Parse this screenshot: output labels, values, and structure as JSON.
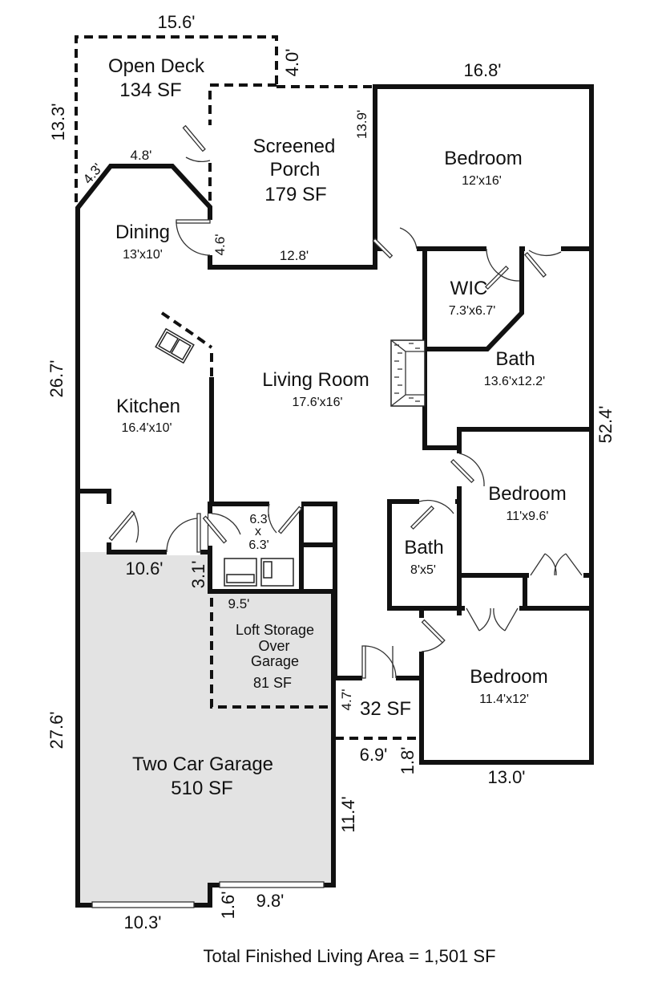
{
  "rooms": {
    "open_deck": {
      "name": "Open Deck",
      "area": "134 SF"
    },
    "screened_porch": {
      "line1": "Screened",
      "line2": "Porch",
      "area": "179 SF"
    },
    "bedroom_1": {
      "name": "Bedroom",
      "dims": "12'x16'"
    },
    "dining": {
      "name": "Dining",
      "dims": "13'x10'"
    },
    "wic": {
      "name": "WIC",
      "dims": "7.3'x6.7'"
    },
    "bath_master": {
      "name": "Bath",
      "dims": "13.6'x12.2'"
    },
    "living_room": {
      "name": "Living Room",
      "dims": "17.6'x16'"
    },
    "kitchen": {
      "name": "Kitchen",
      "dims": "16.4'x10'"
    },
    "bedroom_2": {
      "name": "Bedroom",
      "dims": "11'x9.6'"
    },
    "laundry": {
      "line1": "6.3'",
      "line2": "x",
      "line3": "6.3'"
    },
    "bath_hall": {
      "name": "Bath",
      "dims": "8'x5'"
    },
    "loft_storage": {
      "line1": "Loft Storage",
      "line2": "Over",
      "line3": "Garage",
      "area": "81 SF"
    },
    "entry_porch": {
      "area": "32 SF"
    },
    "bedroom_3": {
      "name": "Bedroom",
      "dims": "11.4'x12'"
    },
    "garage": {
      "name": "Two Car Garage",
      "area": "510 SF"
    }
  },
  "dimensions": {
    "deck_top": "15.6'",
    "deck_right": "4.0'",
    "deck_left": "13.3'",
    "house_top_right": "16.8'",
    "porch_right": "13.9'",
    "dining_top": "4.8'",
    "dining_diag": "4.3'",
    "dining_step": "4.6'",
    "porch_bottom": "12.8'",
    "left_upper": "26.7'",
    "right_side": "52.4'",
    "garage_top": "10.6'",
    "garage_step": "3.1'",
    "loft_top": "9.5'",
    "entry_height": "4.7'",
    "entry_width": "6.9'",
    "entry_step": "1.8'",
    "bedroom_bottom": "13.0'",
    "left_lower": "27.6'",
    "garage_right": "11.4'",
    "garage_door_right": "9.8'",
    "garage_door_step": "1.6'",
    "garage_door_left": "10.3'"
  },
  "footer": {
    "total": "Total Finished Living Area = 1,501 SF"
  },
  "colors": {
    "garage_fill": "#e3e3e3",
    "walls": "#111111"
  }
}
